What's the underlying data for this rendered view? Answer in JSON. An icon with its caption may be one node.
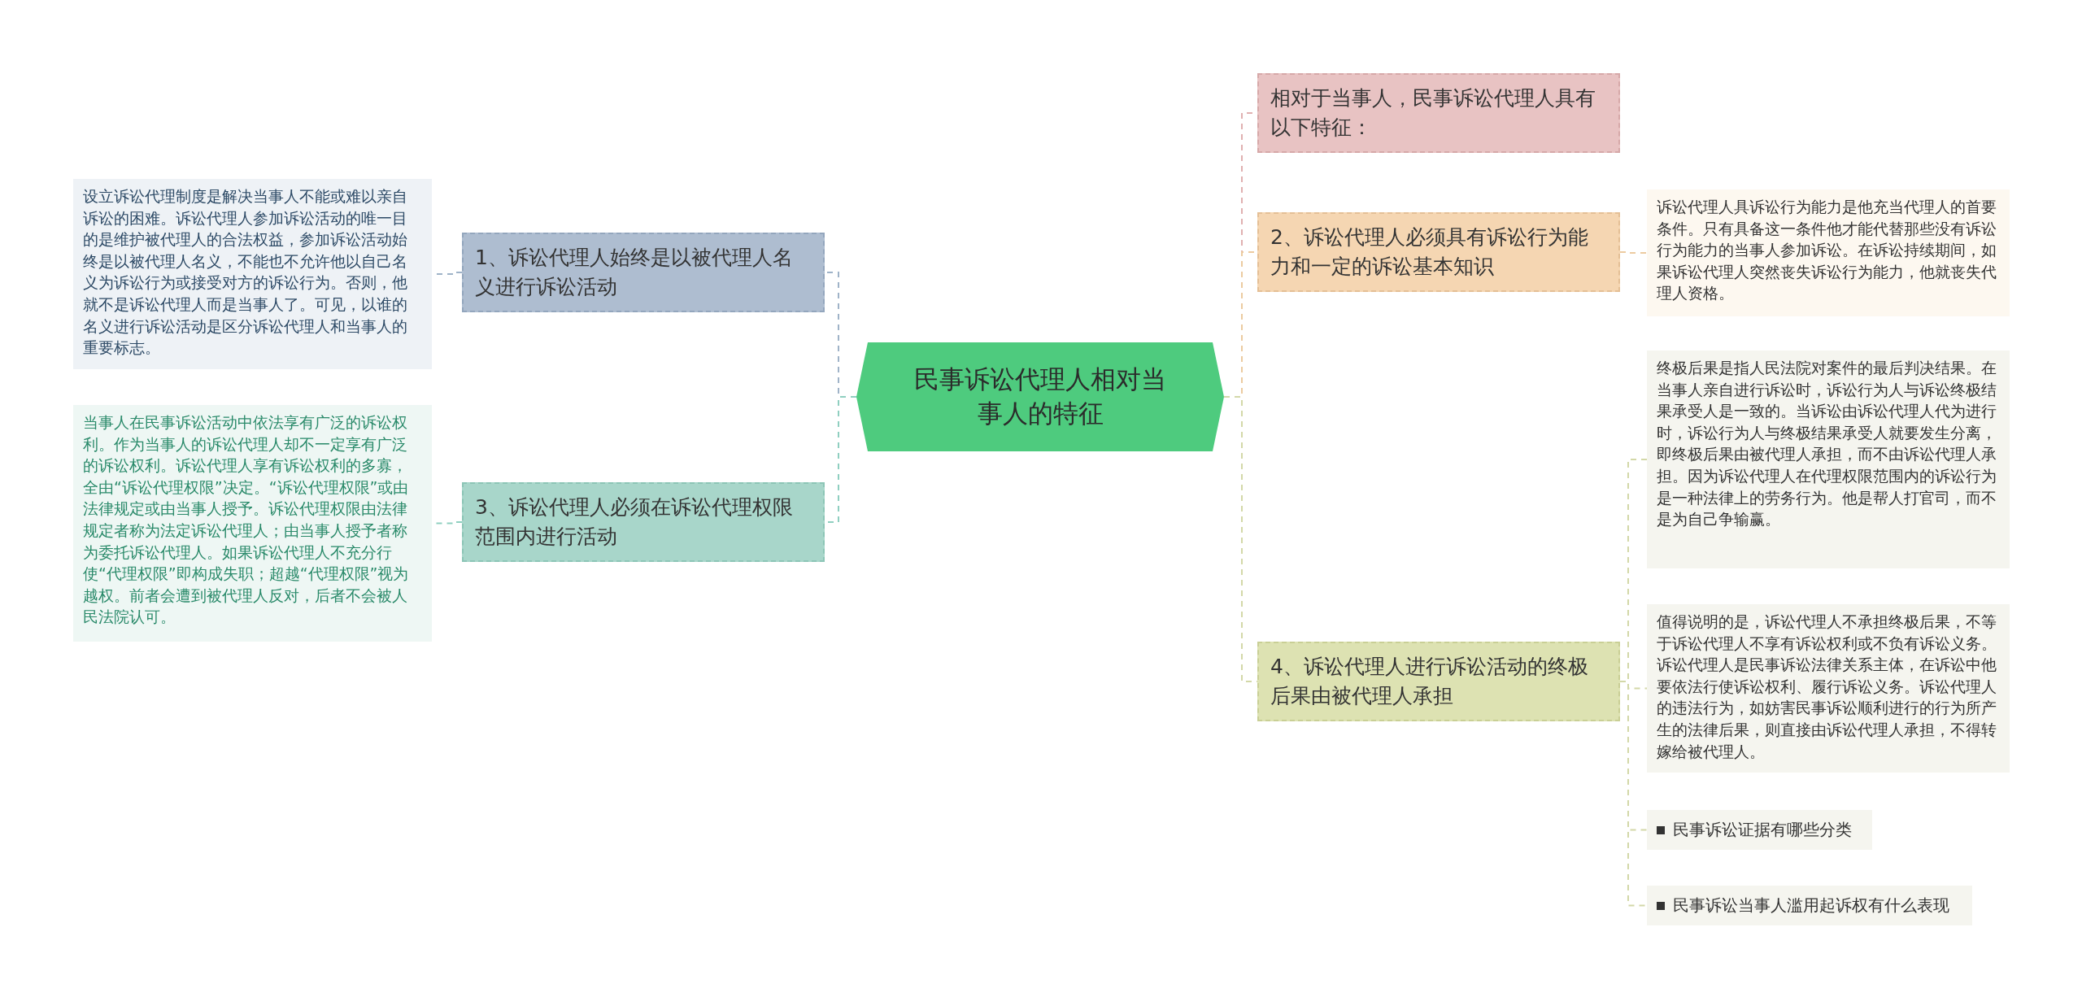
{
  "diagram": {
    "nodes": [
      {
        "text": [
          "民事诉讼代理人相对当事人的特征"
        ]
      },
      {
        "text": [
          "1、诉讼代理人始终是以被代理人名义进行诉讼活动"
        ]
      },
      {
        "text": [
          "设立诉讼代理制度是解决当事人不能或难以亲自诉讼的困难。诉讼代理人参加诉讼活动的唯一目的是维护被代理人的合法权益，参加诉讼活动始终是以被代理人名义，不能也不允许他以自己名义为诉讼行为或接受对方的诉讼行为。否则，他就不是诉讼代理人而是当事人了。可见，以谁的名义进行诉讼活动是区分诉讼代理人和当事人的重要标志。"
        ]
      },
      {
        "text": [
          "3、诉讼代理人必须在诉讼代理权限范围内进行活动"
        ]
      },
      {
        "text": [
          "当事人在民事诉讼活动中依法享有广泛的诉讼权利。作为当事人的诉讼代理人却不一定享有广泛的诉讼权利。诉讼代理人享有诉讼权利的多寡，全由“诉讼代理权限”决定。“诉讼代理权限”或由法律规定或由当事人授予。诉讼代理权限由法律规定者称为法定诉讼代理人；由当事人授予者称为委托诉讼代理人。如果诉讼代理人不充分行使“代理权限”即构成失职；超越“代理权限”视为越权。前者会遭到被代理人反对，后者不会被人民法院认可。"
        ]
      },
      {
        "text": [
          "相对于当事人，民事诉讼代理人具有以下特征："
        ]
      },
      {
        "text": [
          "2、诉讼代理人必须具有诉讼行为能力和一定的诉讼基本知识"
        ]
      },
      {
        "text": [
          "诉讼代理人具诉讼行为能力是他充当代理人的首要条件。只有具备这一条件他才能代替那些没有诉讼行为能力的当事人参加诉讼。在诉讼持续期间，如果诉讼代理人突然丧失诉讼行为能力，他就丧失代理人资格。"
        ]
      },
      {
        "text": [
          "4、诉讼代理人进行诉讼活动的终极后果由被代理人承担"
        ]
      },
      {
        "text": [
          "终极后果是指人民法院对案件的最后判决结果。在当事人亲自进行诉讼时，诉讼行为人与诉讼终极结果承受人是一致的。当诉讼由诉讼代理人代为进行时，诉讼行为人与终极结果承受人就要发生分离，即终极后果由被代理人承担，而不由诉讼代理人承担。因为诉讼代理人在代理权限范围内的诉讼行为是一种法律上的劳务行为。他是帮人打官司，而不是为自己争输赢。"
        ]
      },
      {
        "text": [
          "值得说明的是，诉讼代理人不承担终极后果，不等于诉讼代理人不享有诉讼权利或不负有诉讼义务。诉讼代理人是民事诉讼法律关系主体，在诉讼中他要依法行使诉讼权利、履行诉讼义务。诉讼代理人的违法行为，如妨害民事诉讼顺利进行的行为所产生的法律后果，则直接由诉讼代理人承担，不得转嫁给被代理人。"
        ]
      },
      {
        "text": [
          "民事诉讼证据有哪些分类"
        ]
      },
      {
        "text": [
          "民事诉讼当事人滥用起诉权有什么表现"
        ]
      }
    ],
    "edges": [
      {
        "from": 0,
        "to": 1,
        "arrow": "none",
        "style": "dashed",
        "color": "#9fb3c8"
      },
      {
        "from": 0,
        "to": 3,
        "arrow": "none",
        "style": "dashed",
        "color": "#8fcfc0"
      },
      {
        "from": 0,
        "to": 5,
        "arrow": "none",
        "style": "dashed",
        "color": "#e0b0b0"
      },
      {
        "from": 0,
        "to": 6,
        "arrow": "none",
        "style": "dashed",
        "color": "#eccba0"
      },
      {
        "from": 0,
        "to": 8,
        "arrow": "none",
        "style": "dashed"
      },
      {
        "from": 1,
        "to": 2,
        "arrow": "none",
        "style": "dashed",
        "color": "#9fb3c8"
      },
      {
        "from": 3,
        "to": 4,
        "arrow": "none",
        "style": "dashed",
        "color": "#8fcfc0"
      },
      {
        "from": 6,
        "to": 7,
        "arrow": "none",
        "style": "dashed",
        "color": "#eccba0"
      },
      {
        "from": 8,
        "to": 9,
        "arrow": "none",
        "style": "dashed"
      },
      {
        "from": 8,
        "to": 10,
        "arrow": "none",
        "style": "dashed"
      },
      {
        "from": 8,
        "to": 11,
        "arrow": "none",
        "style": "dashed"
      },
      {
        "from": 8,
        "to": 12,
        "arrow": "none",
        "style": "dashed"
      }
    ]
  }
}
